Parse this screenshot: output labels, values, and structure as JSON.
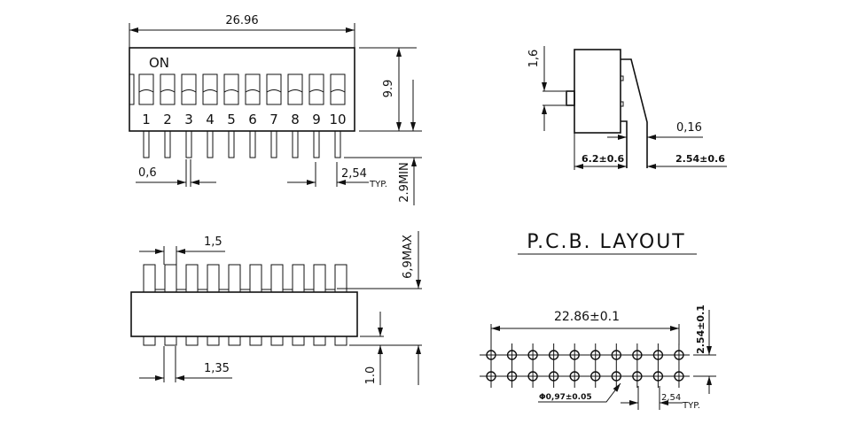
{
  "top_view": {
    "width_dim": "26.96",
    "on_label": "ON",
    "switch_numbers": [
      "1",
      "2",
      "3",
      "4",
      "5",
      "6",
      "7",
      "8",
      "9",
      "10"
    ],
    "height_dim": "9.9",
    "pin_width_dim": "0,6",
    "pitch_dim": "2,54",
    "typ_label": "TYP.",
    "pin_length_dim": "2.9MIN"
  },
  "side_view": {
    "actuator_dim": "1,6",
    "lead_thickness_dim": "0,16",
    "body_to_lead_dim": "6.2±0.6",
    "lead_spacing_dim": "2.54±0.6"
  },
  "front_view": {
    "actuator_pitch_dim": "1,5",
    "pin_width_dim": "1,35",
    "max_height_dim": "6,9MAX",
    "standoff_dim": "1.0"
  },
  "pcb_layout": {
    "title": "P.C.B.  LAYOUT",
    "span_dim": "22.86±0.1",
    "row_spacing_dim": "2.54±0.1",
    "hole_dim": "Φ0,97±0.05",
    "pitch_dim": "2,54",
    "typ_label": "TYP.",
    "columns": 10,
    "rows": 2
  },
  "colors": {
    "line": "#111111",
    "background": "#ffffff"
  }
}
